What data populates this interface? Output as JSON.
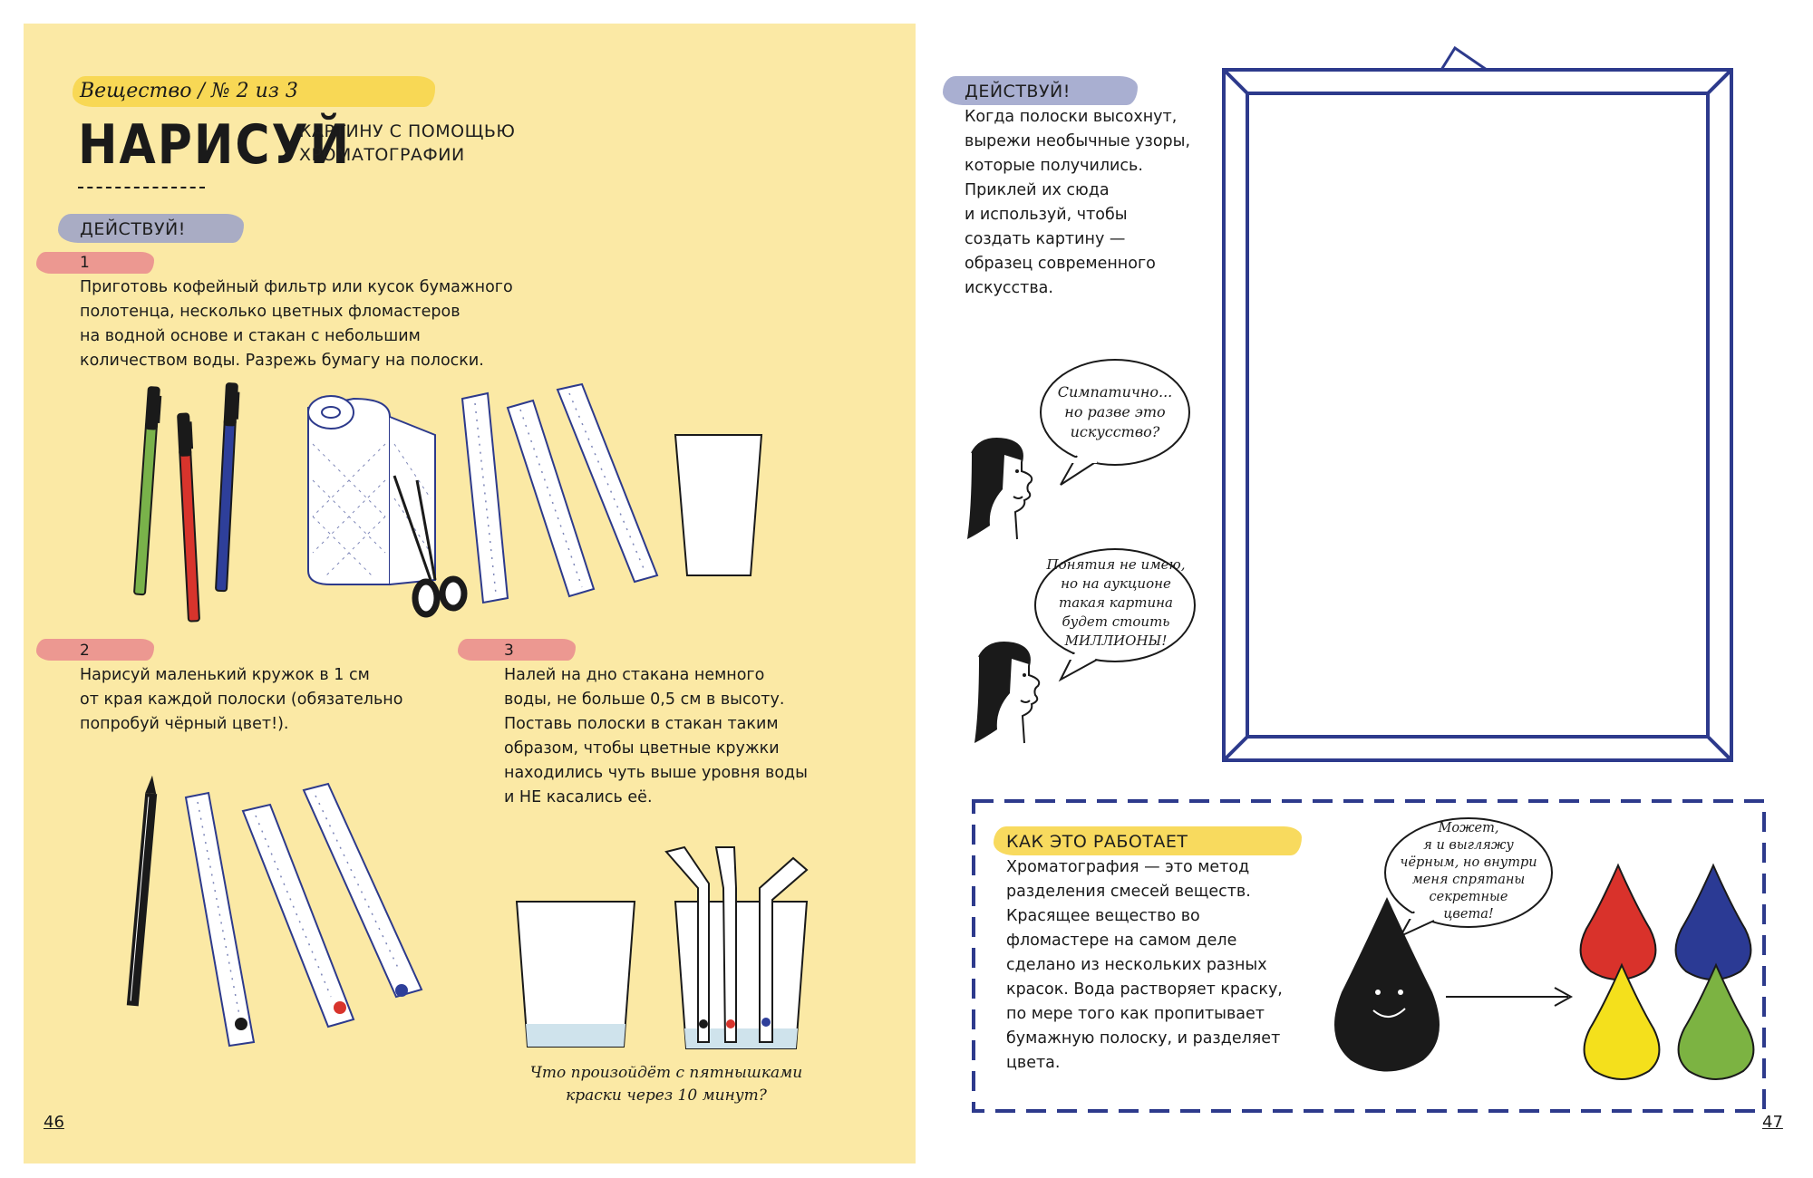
{
  "left": {
    "subtitle": "Вещество / № 2 из 3",
    "title_big": "НАРИСУЙ",
    "title_rest": "КАРТИНУ С ПОМОЩЬЮ\nХРОМАТОГРАФИИ",
    "act_label": "ДЕЙСТВУЙ!",
    "step1": {
      "num": "1",
      "text": "Приготовь кофейный фильтр или кусок бумажного\nполотенца, несколько цветных фломастеров\nна водной основе и стакан с небольшим\nколичеством воды. Разрежь бумагу на полоски."
    },
    "step2": {
      "num": "2",
      "text": "Нарисуй маленький кружок в 1 см\nот края каждой полоски (обязательно\nпопробуй чёрный цвет!)."
    },
    "step3": {
      "num": "3",
      "text": "Налей на дно стакана немного\nводы, не больше 0,5 см в высоту.\nПоставь полоски в стакан таким\nобразом, чтобы цветные кружки\nнаходились чуть выше уровня воды\nи НЕ касались её."
    },
    "caption": "Что произойдёт с пятнышками\nкраски через 10 минут?",
    "page_number": "46"
  },
  "right": {
    "act_label": "ДЕЙСТВУЙ!",
    "act_text": "Когда полоски высохнут,\nвырежи необычные узоры,\nкоторые получились.\nПриклей их сюда\nи используй, чтобы\nсоздать картину —\nобразец современного\nискусства.",
    "bubble1": "Симпатично...\nно разве это\nискусство?",
    "bubble2": "Понятия не имею,\nно на аукционе\nтакая картина\nбудет стоить\nМИЛЛИОНЫ!",
    "how_label": "КАК ЭТО РАБОТАЕТ",
    "how_text": "Хроматография — это метод\nразделения смесей веществ.\nКрасящее вещество во\nфломастере на самом деле\nсделано из нескольких разных\nкрасок. Вода растворяет краску,\nпо мере того как пропитывает\nбумажную полоску, и разделяет\nцвета.",
    "bubble3": "Может,\nя и выгляжу\nчёрным, но внутри\nменя спрятаны\nсекретные\nцвета!",
    "page_number": "47"
  },
  "colors": {
    "page_bg": "#fbe9a5",
    "frame": "#2d3a8c",
    "drop_red": "#d9322b",
    "drop_blue": "#2b3a94",
    "drop_yellow": "#f4e01c",
    "drop_green": "#7cb342",
    "marker_green": "#79b24a",
    "marker_red": "#d8342c",
    "marker_blue": "#2e3f9a"
  }
}
